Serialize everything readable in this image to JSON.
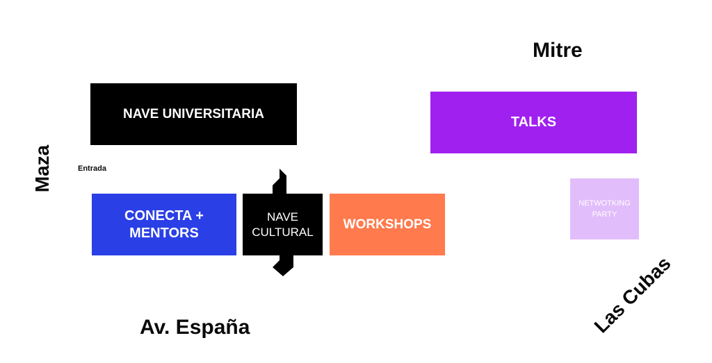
{
  "streets": {
    "north": "Mitre",
    "west": "Maza",
    "south": "Av. España",
    "southeast": "Las Cubas"
  },
  "entrance_label": "Entrada",
  "venues": {
    "nave_universitaria": "NAVE UNIVERSITARIA",
    "talks": "TALKS",
    "conecta_mentors": "CONECTA + MENTORS",
    "nave_cultural": "NAVE CULTURAL",
    "workshops": "WORKSHOPS",
    "networking_party": "NETWOTKING PARTY"
  },
  "colors": {
    "nave_universitaria": "#000000",
    "talks": "#a020f0",
    "conecta_mentors": "#2a3fe6",
    "nave_cultural": "#000000",
    "workshops": "#ff7a4d",
    "networking_party": "#e2bdfb"
  }
}
